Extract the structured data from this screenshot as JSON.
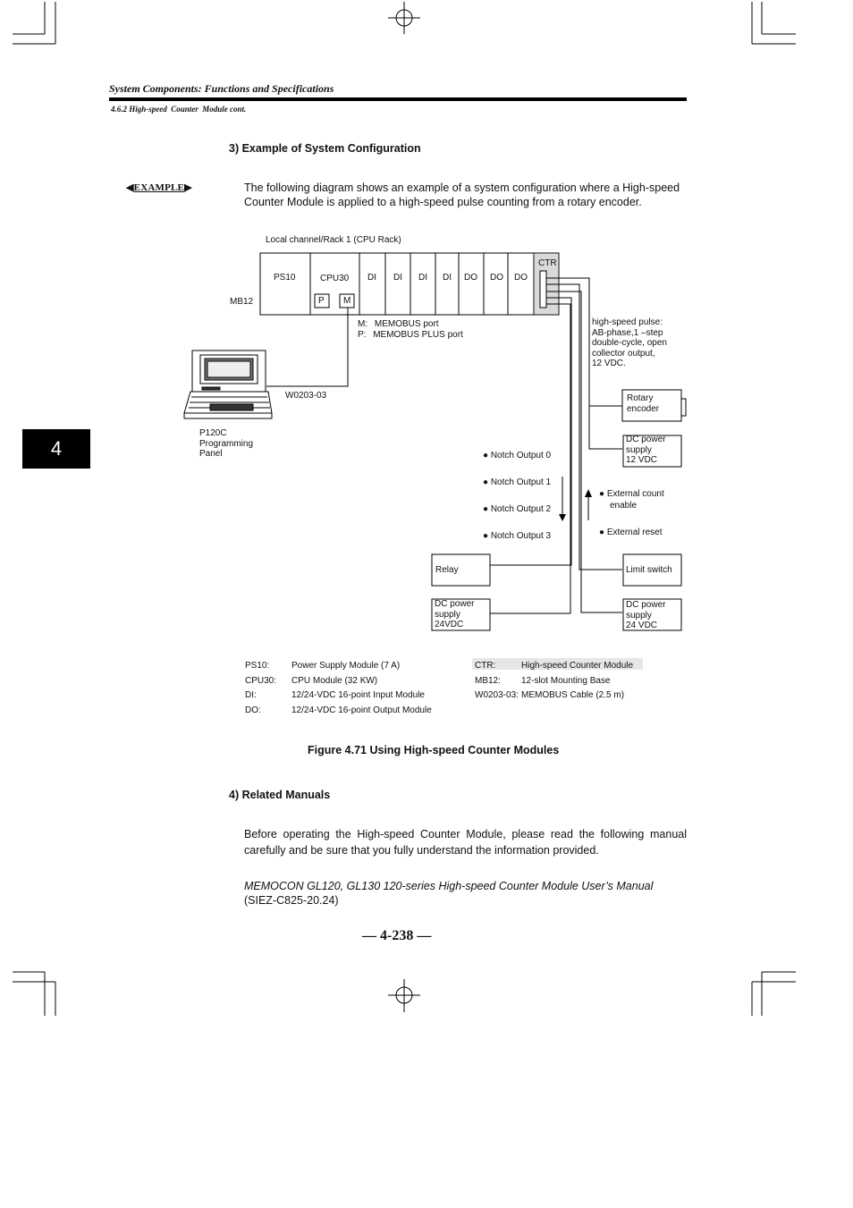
{
  "header": {
    "title": "System Components: Functions and Specifications",
    "subtitle": "4.6.2 High-speed Counter Module cont."
  },
  "chapter_tab": "4",
  "section3": {
    "heading": "3) Example of System Configuration",
    "example_tag": "EXAMPLE",
    "intro": "The following diagram shows an example of a system configuration where a High-speed Counter Module is applied to a high-speed pulse counting from a rotary encoder."
  },
  "diagram": {
    "rack_label": "Local channel/Rack 1 (CPU Rack)",
    "mb_label": "MB12",
    "modules": [
      "PS10",
      "CPU30",
      "DI",
      "DI",
      "DI",
      "DI",
      "DO",
      "DO",
      "DO",
      "CTR"
    ],
    "port_p": "P",
    "port_m": "M",
    "port_m_desc": "M:  MEMOBUS port",
    "port_p_desc": "P:  MEMOBUS PLUS port",
    "cable": "W0203-03",
    "panel_line1": "P120C",
    "panel_line2": "Programming",
    "panel_line3": "Panel",
    "pulse_l1": "high-speed pulse:",
    "pulse_l2": "AB-phase,1 –step",
    "pulse_l3": "double-cycle, open",
    "pulse_l4": "collector output,",
    "pulse_l5": "12 VDC.",
    "encoder_l1": "Rotary",
    "encoder_l2": "encoder",
    "dc12_l1": "DC power",
    "dc12_l2": "supply",
    "dc12_l3": "12 VDC",
    "notch0": "Notch Output 0",
    "notch1": "Notch Output 1",
    "notch2": "Notch Output 2",
    "notch3": "Notch Output 3",
    "ext_count_l1": "External count",
    "ext_count_l2": "enable",
    "ext_reset": "External reset",
    "relay": "Relay",
    "limit_switch": "Limit switch",
    "dc24l_l1": "DC power",
    "dc24l_l2": "supply",
    "dc24l_l3": "24VDC",
    "dc24r_l1": "DC power",
    "dc24r_l2": "supply",
    "dc24r_l3": "24 VDC",
    "bullet": "●"
  },
  "legend_items": [
    {
      "key": "PS10:",
      "desc": "Power Supply Module (7 A)"
    },
    {
      "key": "CPU30:",
      "desc": "CPU Module (32 KW)"
    },
    {
      "key": "DI:",
      "desc": "12/24-VDC 16-point Input Module"
    },
    {
      "key": "DO:",
      "desc": "12/24-VDC 16-point Output Module"
    },
    {
      "key": "CTR:",
      "desc": "High-speed Counter Module"
    },
    {
      "key": "MB12:",
      "desc": "12-slot Mounting Base"
    },
    {
      "key": "W0203-03:",
      "desc": "MEMOBUS Cable (2.5 m)"
    }
  ],
  "figure_caption": "Figure 4.71 Using High-speed Counter Modules",
  "section4": {
    "heading": "4) Related Manuals",
    "body": "Before operating the High-speed Counter Module, please read the following manual carefully and be sure that you fully understand the information provided.",
    "manual_title": "MEMOCON GL120, GL130 120-series High-speed Counter Module User’s Manual",
    "manual_code": "(SIEZ-C825-20.24)"
  },
  "page_number": "— 4-238 —"
}
